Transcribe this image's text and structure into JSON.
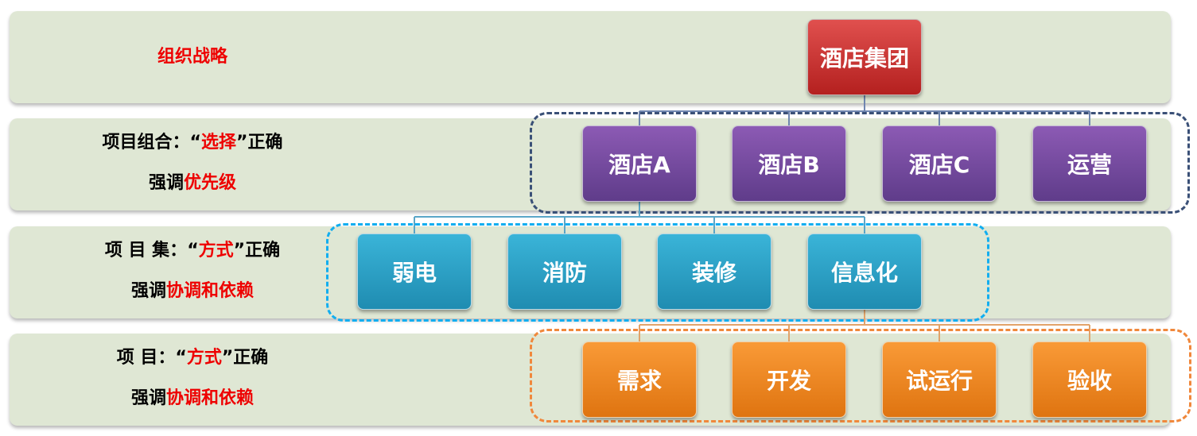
{
  "levels": [
    {
      "label_parts": [
        {
          "text": "组织战略",
          "red": true
        }
      ]
    },
    {
      "line1": [
        {
          "text": "项目组合：",
          "red": false
        },
        {
          "text": "“",
          "red": false
        },
        {
          "text": "选择",
          "red": true
        },
        {
          "text": "”正确",
          "red": false
        }
      ],
      "line2": [
        {
          "text": "强调",
          "red": false
        },
        {
          "text": "优先级",
          "red": true
        }
      ]
    },
    {
      "line1": [
        {
          "text": "项  目  集：",
          "red": false
        },
        {
          "text": "“",
          "red": false
        },
        {
          "text": "方式",
          "red": true
        },
        {
          "text": "”正确",
          "red": false
        }
      ],
      "line2": [
        {
          "text": "强调",
          "red": false
        },
        {
          "text": "协调和依赖",
          "red": true
        }
      ]
    },
    {
      "line1": [
        {
          "text": "项        目：",
          "red": false
        },
        {
          "text": "“",
          "red": false
        },
        {
          "text": "方式",
          "red": true
        },
        {
          "text": "”正确",
          "red": false
        }
      ],
      "line2": [
        {
          "text": "强调",
          "red": false
        },
        {
          "text": "协调和依赖",
          "red": true
        }
      ]
    }
  ],
  "nodes": {
    "top": "酒店集团",
    "portfolio": [
      "酒店A",
      "酒店B",
      "酒店C",
      "运营"
    ],
    "program": [
      "弱电",
      "消防",
      "装修",
      "信息化"
    ],
    "project": [
      "需求",
      "开发",
      "试运行",
      "验收"
    ]
  },
  "colors": {
    "top": "#c0292a",
    "portfolio": "#6f479c",
    "program": "#2aa2c8",
    "project": "#f08a24",
    "portfolio_dash": "#3a5077",
    "program_dash": "#12aef0",
    "project_dash": "#f0883c"
  }
}
